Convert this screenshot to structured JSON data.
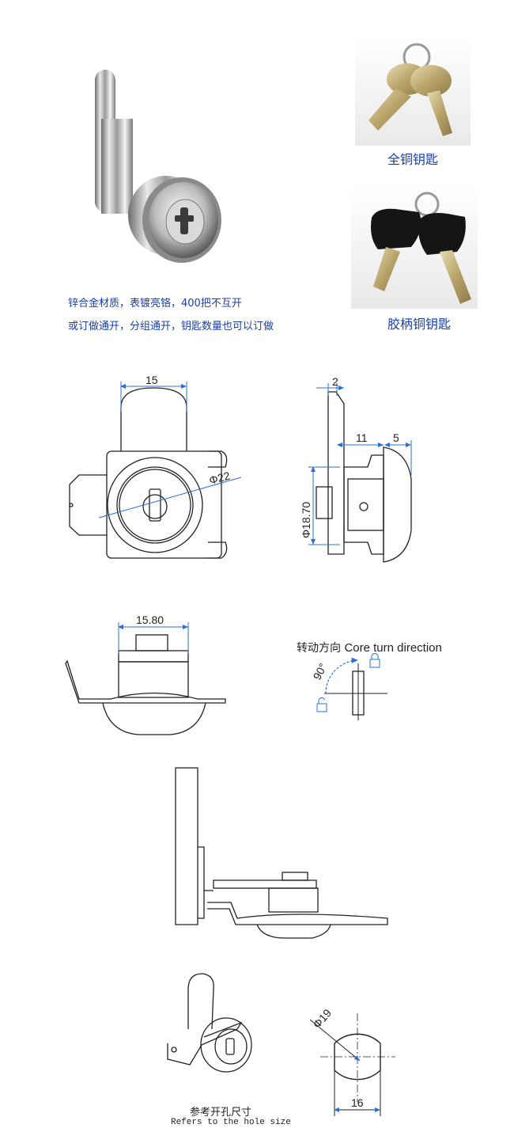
{
  "photos": {
    "key_brass_caption": "全铜钥匙",
    "key_rubber_caption": "胶柄铜钥匙",
    "description_line1": "锌合金材质，表镀亮铬，400把不互开",
    "description_line2": "或订做通开，分组通开，钥匙数量也可以订做"
  },
  "front_view": {
    "width_dim": "15",
    "diameter_dim": "Φ22"
  },
  "side_view": {
    "plate_dim": "2",
    "body_dim": "11",
    "cap_dim": "5",
    "height_dim": "Φ18.70"
  },
  "bottom_view": {
    "width_dim": "15.80"
  },
  "turn_direction": {
    "title_cn": "转动方向",
    "title_en": "Core turn direction",
    "angle": "90°"
  },
  "hole": {
    "diameter_dim": "Φ19",
    "flat_dim": "16",
    "caption_cn": "参考开孔尺寸",
    "caption_en": "Refers to the hole size"
  },
  "colors": {
    "accent": "#1a3fa8",
    "dimension_line": "#2b6fd6",
    "line": "#222222"
  }
}
